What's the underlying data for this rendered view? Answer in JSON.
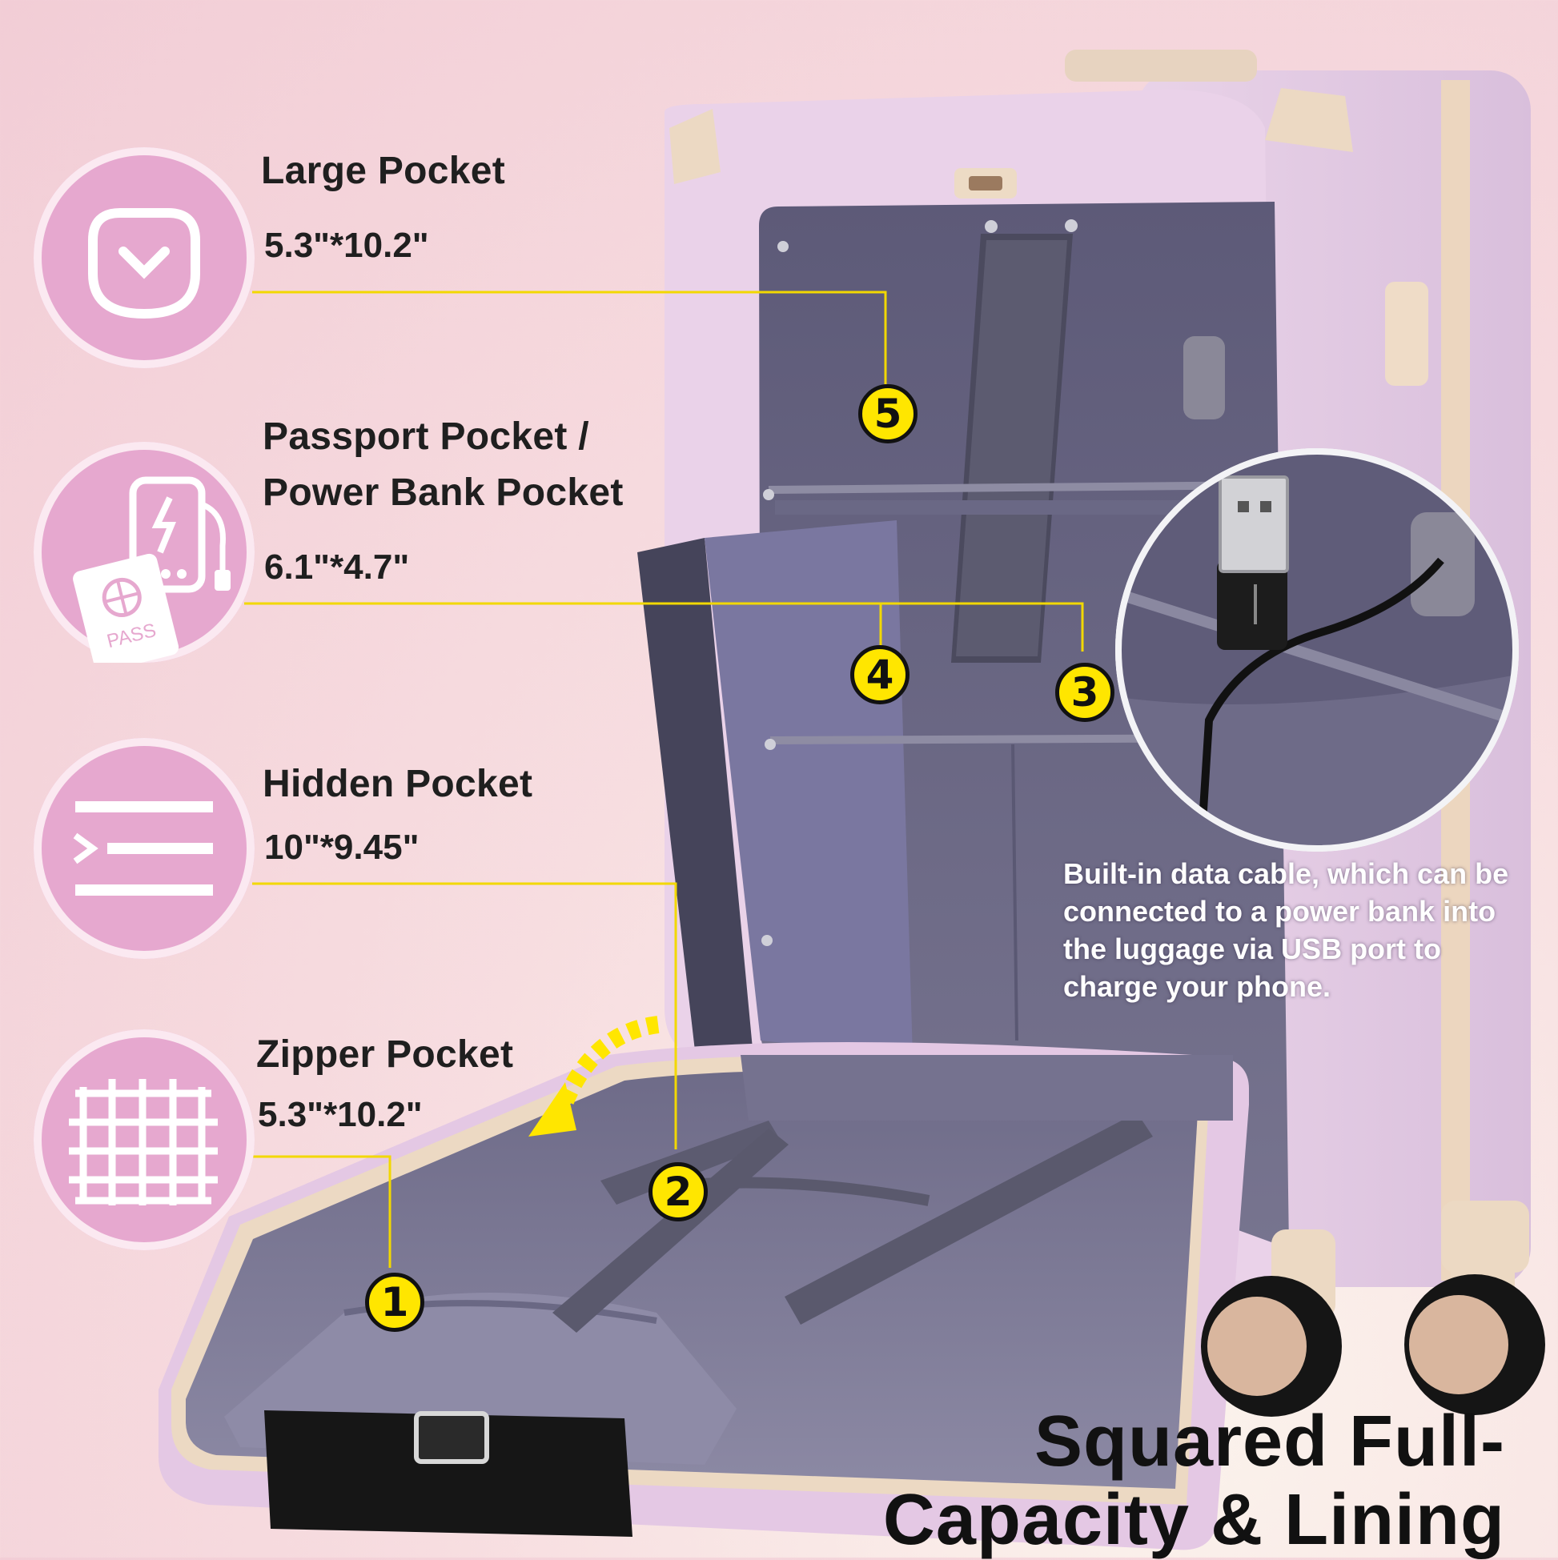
{
  "features": [
    {
      "title_lines": [
        "Large Pocket"
      ],
      "dimension": "5.3\"*10.2\"",
      "marker": "5",
      "icon": "pocket-icon"
    },
    {
      "title_lines": [
        "Passport Pocket /",
        "Power Bank Pocket"
      ],
      "dimension": "6.1\"*4.7\"",
      "markers": [
        "4",
        "3"
      ],
      "icon": "passport-powerbank-icon",
      "icon_text": "PASS"
    },
    {
      "title_lines": [
        "Hidden Pocket"
      ],
      "dimension": "10\"*9.45\"",
      "marker": "2",
      "icon": "hidden-pocket-icon"
    },
    {
      "title_lines": [
        "Zipper Pocket"
      ],
      "dimension": "5.3\"*10.2\"",
      "marker": "1",
      "icon": "grid-mesh-icon"
    }
  ],
  "callout": "Built-in data cable, which can be connected to a power bank into the luggage via USB port to charge your phone.",
  "headline": [
    "Squared Full-",
    "Capacity & Lining"
  ],
  "colors": {
    "icon_circle": "#e6a8cf",
    "marker_fill": "#ffe600",
    "leader_line": "#f2d800",
    "shell": "#e6cde6",
    "trim": "#ecd9c3",
    "lining": "#706d8a"
  }
}
